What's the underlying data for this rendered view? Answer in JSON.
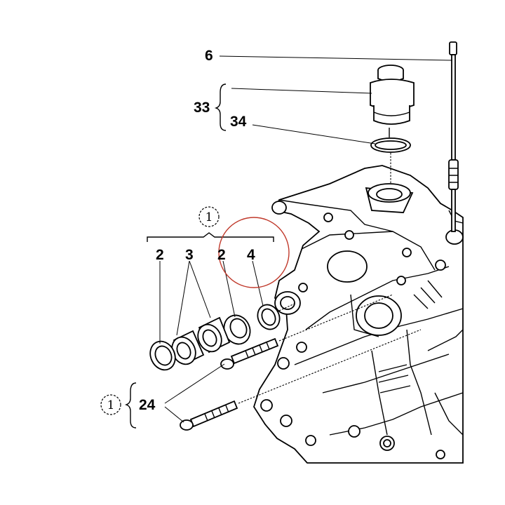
{
  "labels": {
    "rod": "6",
    "group_upper": "33",
    "oring": "34",
    "group_left_marker": "1",
    "bearing_a": "2",
    "bearing_b": "3",
    "bearing_c": "2",
    "ring": "4",
    "bolt_group_marker": "1",
    "bolts": "24"
  },
  "colors": {
    "ink": "#000000",
    "highlight_circle": "#c0392b",
    "background": "#ffffff"
  }
}
